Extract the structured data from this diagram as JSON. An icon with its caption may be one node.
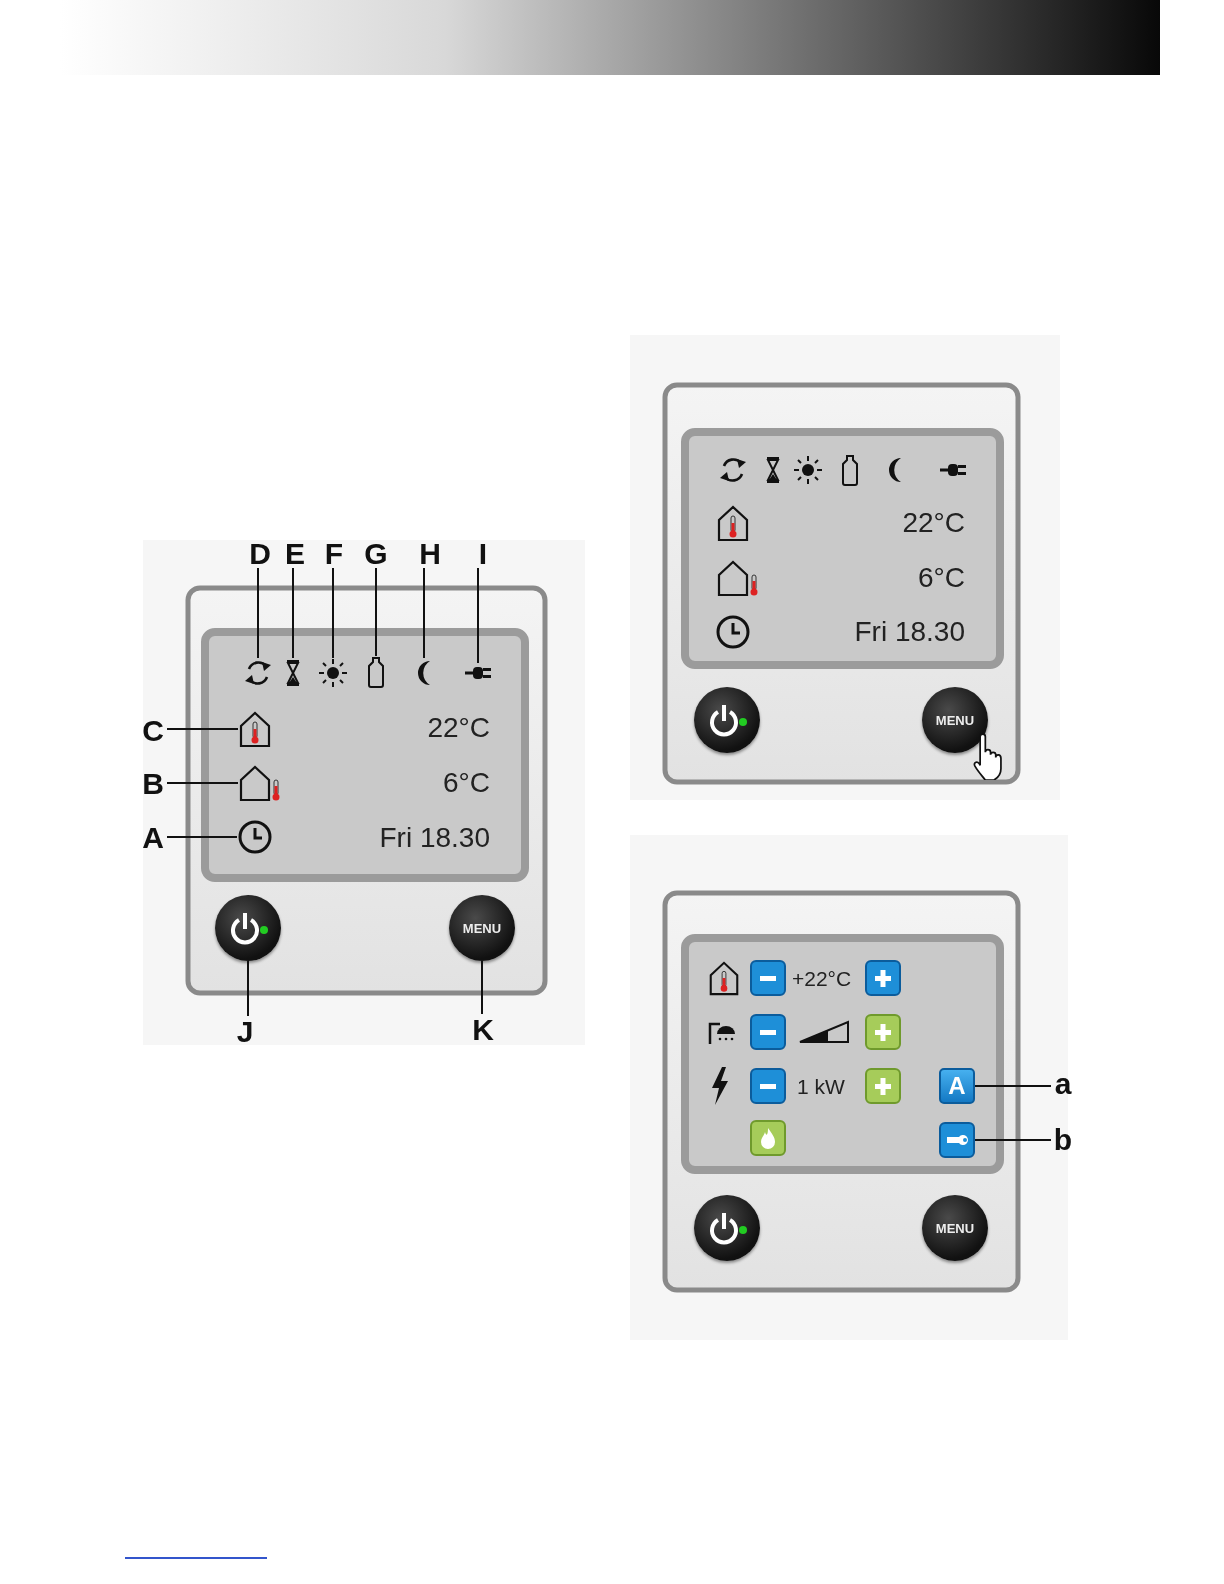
{
  "diagram": {
    "nodes": [
      {
        "text": [
          "D"
        ]
      },
      {
        "text": [
          "E"
        ]
      },
      {
        "text": [
          "F"
        ]
      },
      {
        "text": [
          "G"
        ]
      },
      {
        "text": [
          "H"
        ]
      },
      {
        "text": [
          "I"
        ]
      },
      {
        "text": [],
        "shape": "picture"
      },
      {
        "text": [],
        "shape": "picture"
      },
      {
        "text": [],
        "shape": "picture"
      },
      {
        "text": [],
        "shape": "picture"
      },
      {
        "text": [],
        "shape": "picture"
      },
      {
        "text": [],
        "shape": "picture"
      },
      {
        "text": [
          "C"
        ]
      },
      {
        "text": [
          "B"
        ]
      },
      {
        "text": [
          "A"
        ]
      },
      {
        "text": [],
        "shape": "picture"
      },
      {
        "text": [],
        "shape": "picture"
      },
      {
        "text": [],
        "shape": "picture"
      },
      {
        "text": [
          "J"
        ]
      },
      {
        "text": [
          "K"
        ]
      },
      {
        "text": [],
        "shape": "circle"
      },
      {
        "text": [
          "MENU"
        ]
      },
      {
        "text": [
          "MENU"
        ]
      },
      {
        "text": [
          "MENU"
        ]
      },
      {
        "text": [
          "A"
        ]
      },
      {
        "text": [],
        "shape": "box"
      },
      {
        "text": [
          "a"
        ]
      },
      {
        "text": [
          "b"
        ]
      },
      {
        "text": [],
        "shape": "circle"
      },
      {
        "text": [],
        "shape": "box"
      },
      {
        "text": [],
        "shape": "box"
      },
      {
        "text": [],
        "shape": "box"
      },
      {
        "text": [],
        "shape": "box"
      },
      {
        "text": [],
        "shape": "box"
      },
      {
        "text": [],
        "shape": "box"
      },
      {
        "text": [],
        "shape": "box"
      },
      {
        "text": [],
        "shape": "circle"
      }
    ],
    "edges": [
      {
        "from": 0,
        "to": 6,
        "arrow": "none"
      },
      {
        "from": 1,
        "to": 7,
        "arrow": "none"
      },
      {
        "from": 2,
        "to": 8,
        "arrow": "none"
      },
      {
        "from": 3,
        "to": 9,
        "arrow": "none"
      },
      {
        "from": 4,
        "to": 10,
        "arrow": "none"
      },
      {
        "from": 5,
        "to": 11,
        "arrow": "none"
      },
      {
        "from": 12,
        "to": 15,
        "arrow": "none"
      },
      {
        "from": 13,
        "to": 16,
        "arrow": "none"
      },
      {
        "from": 14,
        "to": 17,
        "arrow": "none"
      },
      {
        "from": 18,
        "to": 20,
        "arrow": "none"
      },
      {
        "from": 19,
        "to": 21,
        "arrow": "none"
      },
      {
        "from": 26,
        "to": 24,
        "arrow": "none"
      },
      {
        "from": 27,
        "to": 25,
        "arrow": "none"
      }
    ],
    "labels": [
      "22°C",
      "6°C",
      "Fri 18.30",
      "22°C",
      "6°C",
      "Fri 18.30",
      "+22°C",
      "1 kW"
    ]
  }
}
